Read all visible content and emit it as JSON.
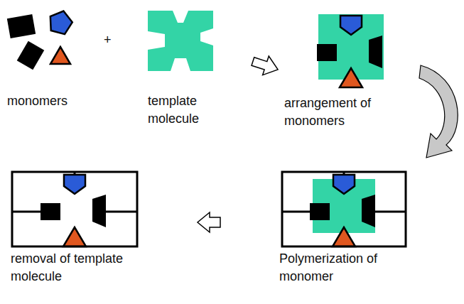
{
  "diagram": {
    "labels": [
      "monomers",
      "+",
      "template molecule",
      "arrangement of monomers",
      "removal of template molecule",
      "Polymerization of monomer"
    ]
  }
}
